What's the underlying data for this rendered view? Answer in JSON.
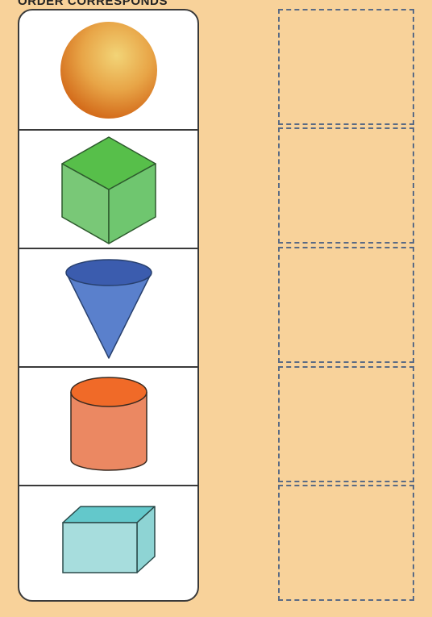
{
  "header": {
    "title": "ORDER CORRESPONDS",
    "title_note": "partially visible at top edge"
  },
  "colors": {
    "background": "#f8d29a",
    "panel": "#ffffff",
    "outline": "#3a3a3a",
    "slot_border": "#5a6b85"
  },
  "shapes": [
    {
      "name": "sphere",
      "icon": "sphere-icon",
      "color": "#e08a2e"
    },
    {
      "name": "cube",
      "icon": "cube-icon",
      "color": "#5cb85c"
    },
    {
      "name": "cone",
      "icon": "cone-icon",
      "color": "#4f74c4"
    },
    {
      "name": "cylinder",
      "icon": "cylinder-icon",
      "color": "#ea8560"
    },
    {
      "name": "rectangular prism",
      "icon": "rectangular-prism-icon",
      "color": "#a6dcdc"
    }
  ],
  "drop_slots": [
    {
      "slot": 1,
      "content": ""
    },
    {
      "slot": 2,
      "content": ""
    },
    {
      "slot": 3,
      "content": ""
    },
    {
      "slot": 4,
      "content": ""
    },
    {
      "slot": 5,
      "content": ""
    }
  ]
}
